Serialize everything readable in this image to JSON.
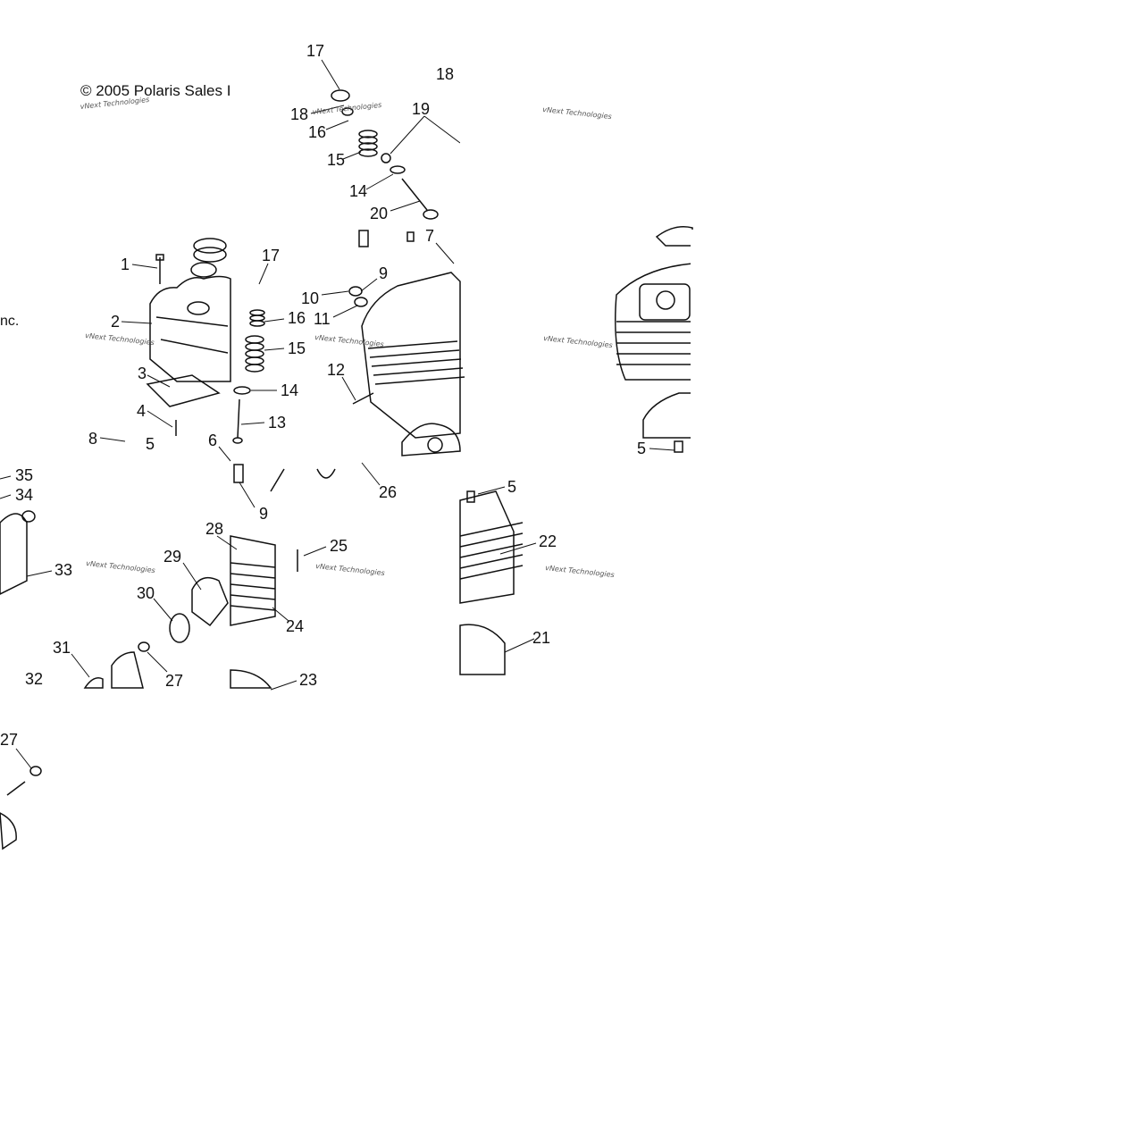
{
  "copyright": {
    "text": "© 2005 Polaris Sales In",
    "fragment": "nc."
  },
  "watermark": {
    "text": "vNext Technologies"
  },
  "callouts": {
    "c1": "1",
    "c2": "2",
    "c3": "3",
    "c4": "4",
    "c5": "5",
    "c6": "6",
    "c7": "7",
    "c8": "8",
    "c9": "9",
    "c10": "10",
    "c11": "11",
    "c12": "12",
    "c13": "13",
    "c14": "14",
    "c15": "15",
    "c16": "16",
    "c17": "17",
    "c18": "18",
    "c19": "19",
    "c20": "20",
    "c21": "21",
    "c22": "22",
    "c23": "23",
    "c24": "24",
    "c25": "25",
    "c26": "26",
    "c27": "27",
    "c28": "28",
    "c29": "29",
    "c30": "30",
    "c31": "31",
    "c32": "32",
    "c33": "33",
    "c34": "34",
    "c35": "35"
  }
}
